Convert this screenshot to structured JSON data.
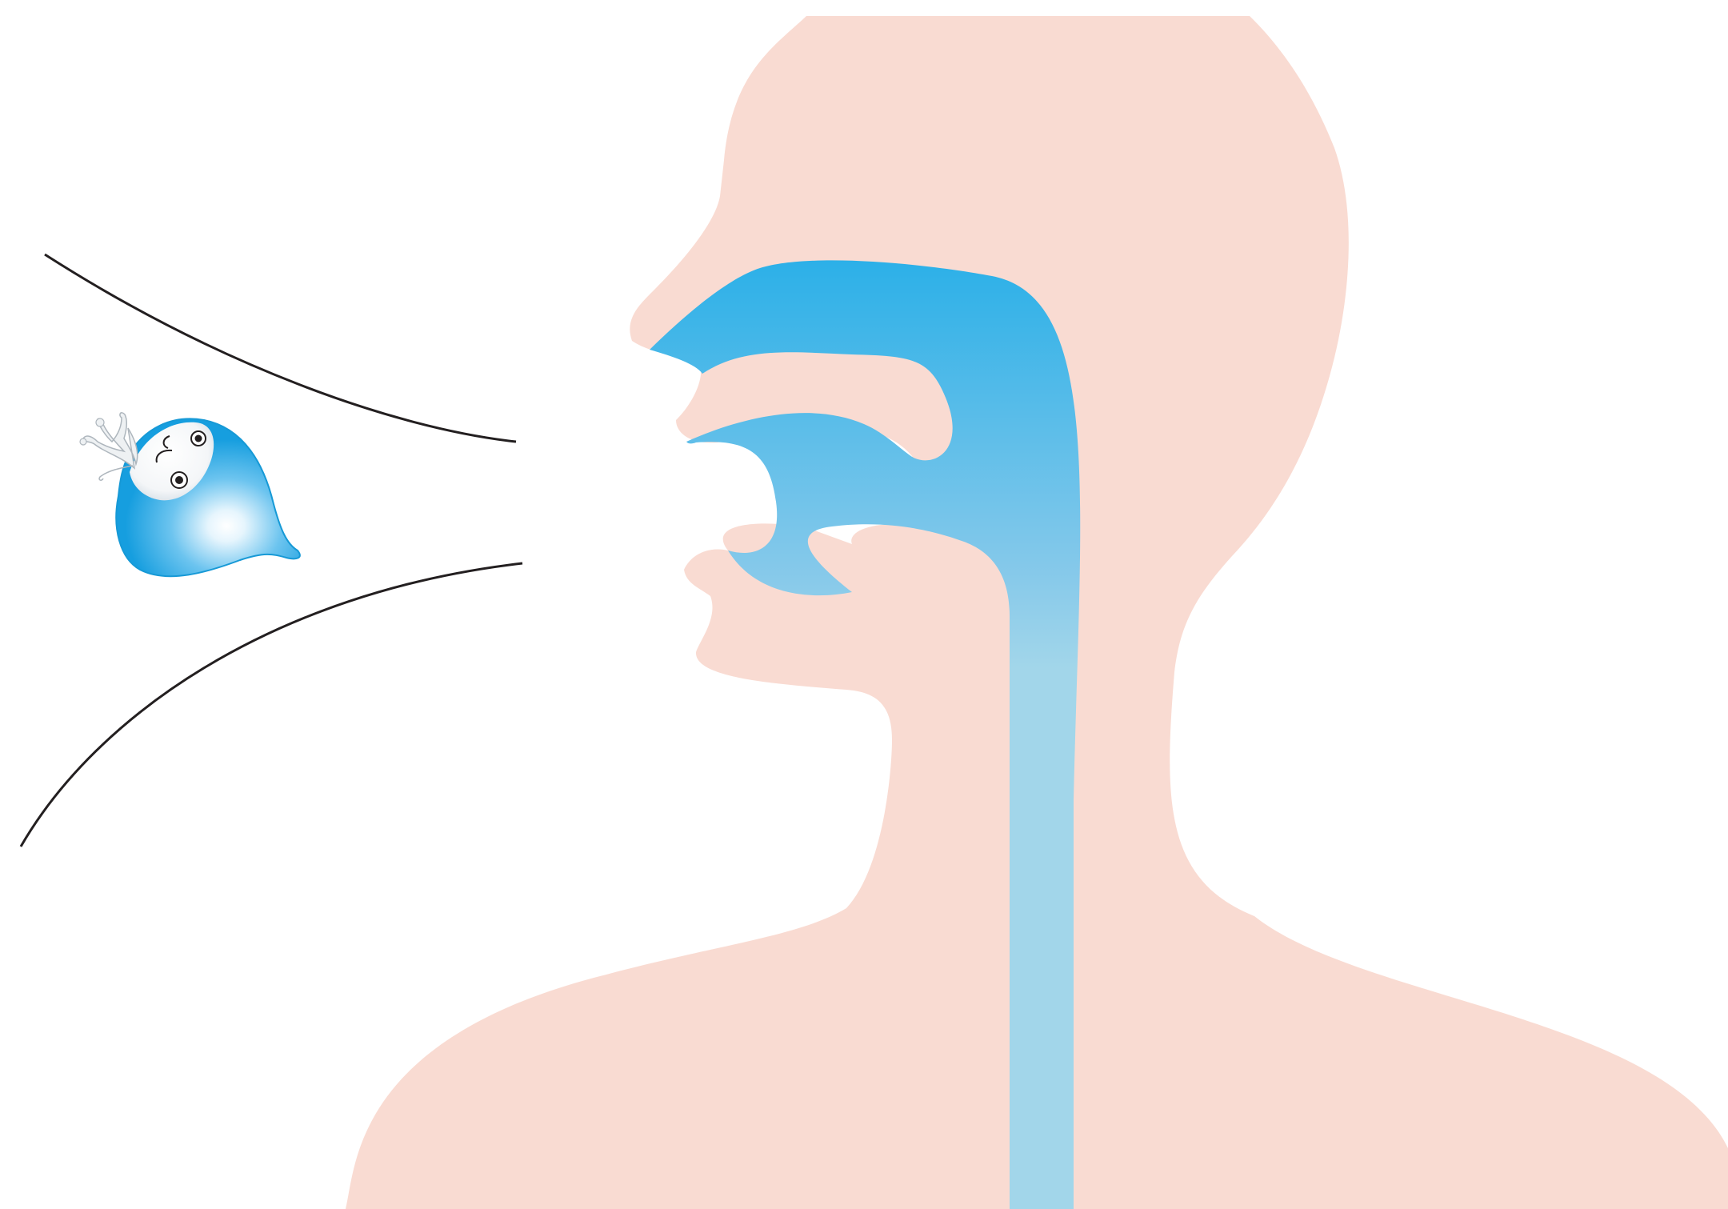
{
  "diagram": {
    "title": "",
    "labels": [],
    "colors": {
      "background": "#ffffff",
      "skin": "#f9dbd2",
      "airway_top": "#2cb0e8",
      "airway_bottom": "#a2d6ea",
      "airflow_lines": "#231f20",
      "droplet_light": "#dff2fc",
      "droplet_dark": "#19a1e0"
    },
    "elements": {
      "head": "head-silhouette",
      "airway": "airway-passage",
      "droplet": "droplet-character",
      "airflow": "airflow-lines"
    }
  }
}
